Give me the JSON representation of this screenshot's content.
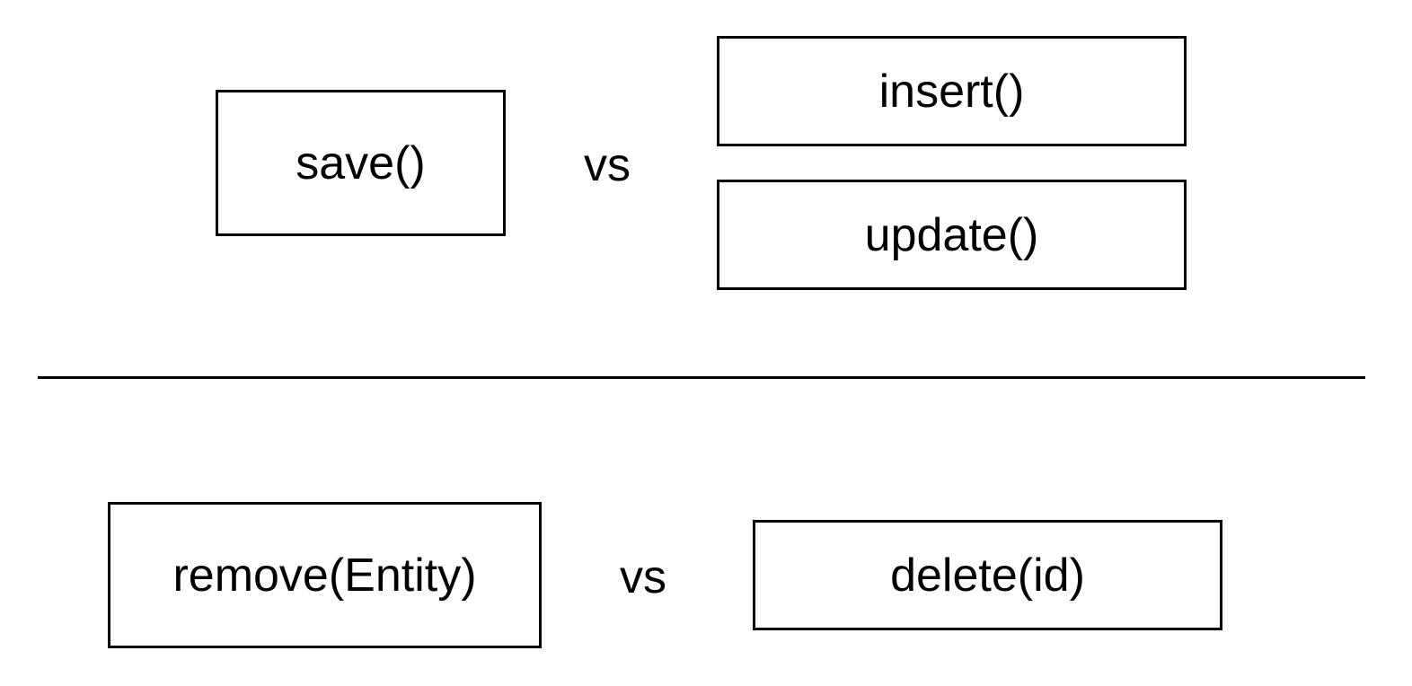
{
  "top": {
    "left_method": "save()",
    "vs_label": "vs",
    "right_methods": [
      "insert()",
      "update()"
    ]
  },
  "bottom": {
    "left_method": "remove(Entity)",
    "vs_label": "vs",
    "right_method": "delete(id)"
  }
}
